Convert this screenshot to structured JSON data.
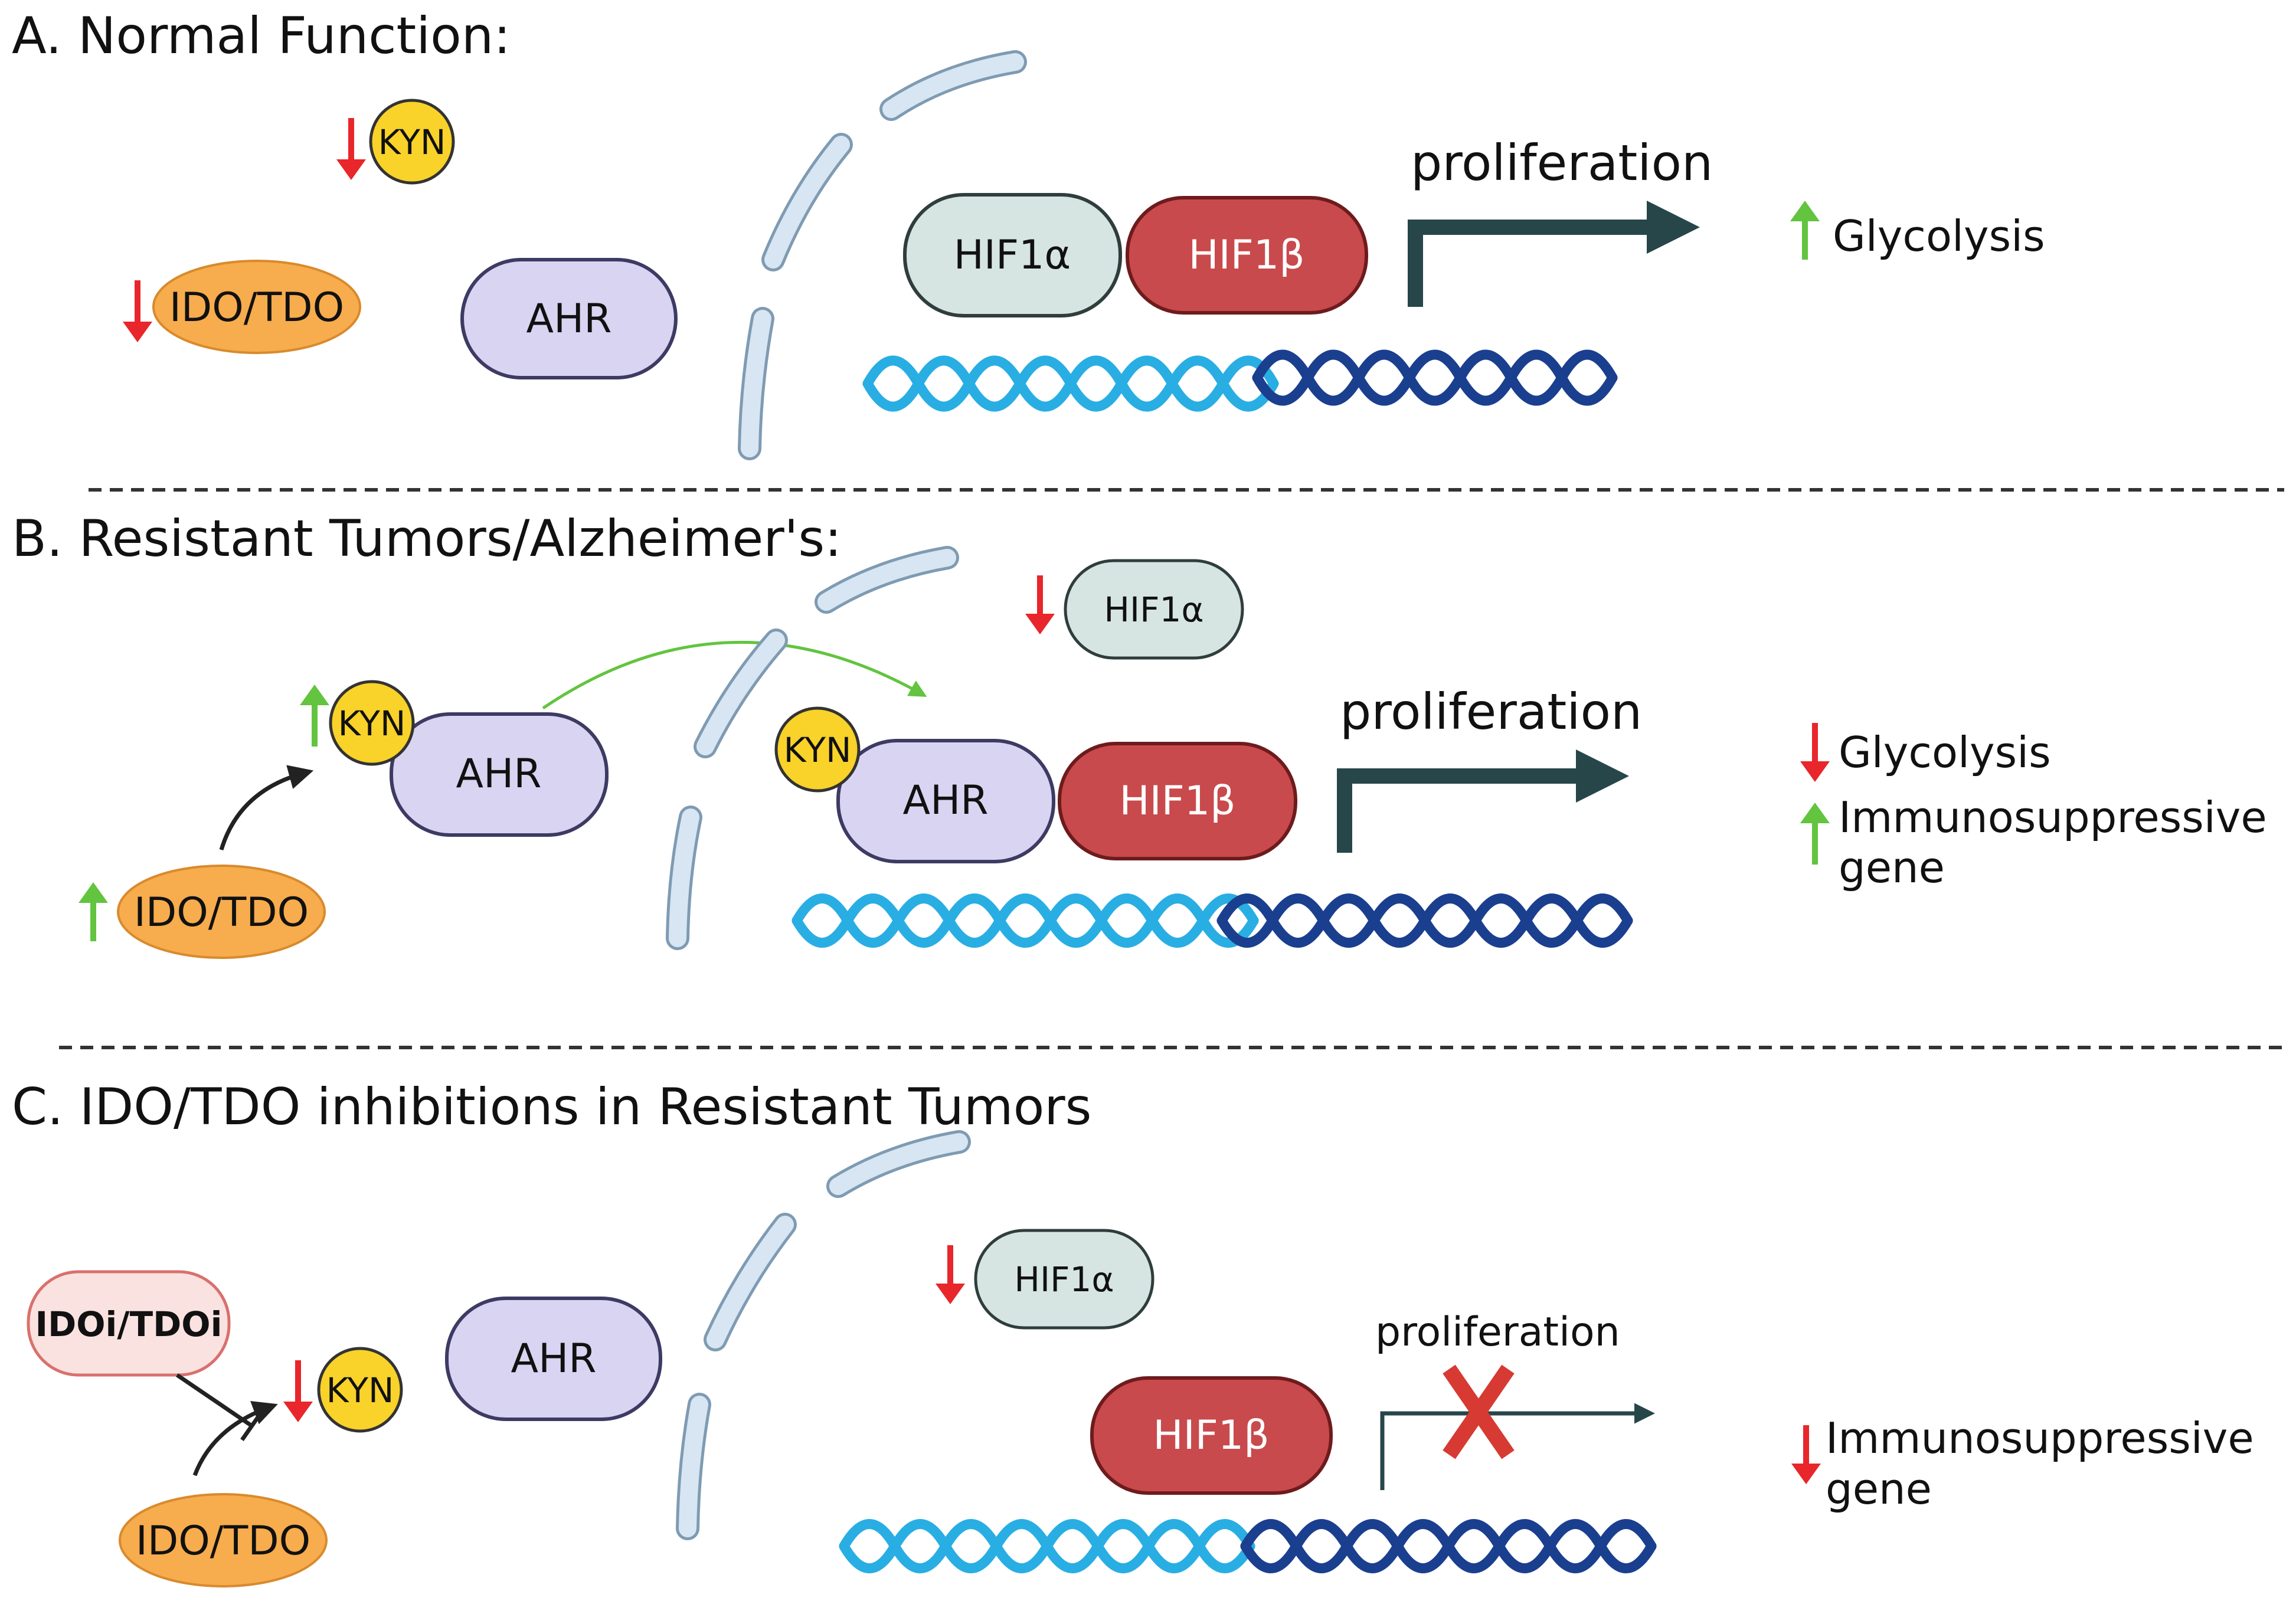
{
  "sections": {
    "a": {
      "title": "A. Normal Function:"
    },
    "b": {
      "title": "B. Resistant Tumors/Alzheimer's:"
    },
    "c": {
      "title": "C. IDO/TDO inhibitions in Resistant Tumors"
    }
  },
  "labels": {
    "kyn": "KYN",
    "ido_tdo": "IDO/TDO",
    "ahr": "AHR",
    "hif1a": "HIF1α",
    "hif1b": "HIF1β",
    "idoi_tdoi": "IDOi/TDOi",
    "proliferation": "proliferation"
  },
  "outcomes": {
    "glycolysis": "Glycolysis",
    "immuno_line1": "Immunosuppressive",
    "immuno_line2": "gene"
  },
  "colors": {
    "up_arrow": "#62c43f",
    "down_arrow": "#e8262b",
    "kyn_fill": "#f9d22a",
    "ido_fill": "#f7ac4d",
    "ahr_fill": "#d9d4f1",
    "hif1a_fill": "#d6e5e2",
    "hif1b_fill": "#c94a4c",
    "idoi_fill": "#f9e2e0",
    "dna_light": "#29aee3",
    "dna_dark": "#1b3f8f",
    "membrane": "#d7e6f2",
    "prolif_arrow": "#274649",
    "block_x": "#d63a32"
  }
}
